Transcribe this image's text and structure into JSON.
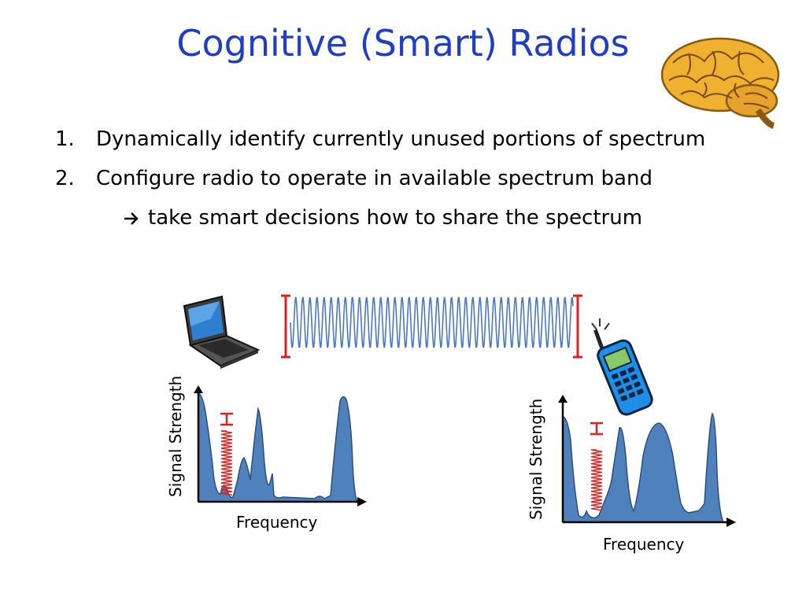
{
  "slide": {
    "title": "Cognitive (Smart) Radios",
    "bullets": [
      {
        "number": "1.",
        "text": "Dynamically identify currently unused portions of spectrum"
      },
      {
        "number": "2.",
        "text": "Configure radio to operate in available spectrum band"
      }
    ],
    "sub_bullet": "take smart decisions how to share the spectrum"
  },
  "diagram": {
    "left_plot": {
      "ylabel": "Signal Strength",
      "xlabel": "Frequency"
    },
    "right_plot": {
      "ylabel": "Signal Strength",
      "xlabel": "Frequency"
    }
  },
  "icons": [
    "brain-icon",
    "laptop-icon",
    "cell-phone-icon",
    "arrow-right-icon"
  ],
  "colors": {
    "title": "#1f3ec5",
    "spectrum_fill": "#4f81bd",
    "spectrum_edge": "#2c4f7c",
    "signal": "#e02020",
    "wave": "#4a78c2",
    "phone_body": "#1f8ee6"
  }
}
